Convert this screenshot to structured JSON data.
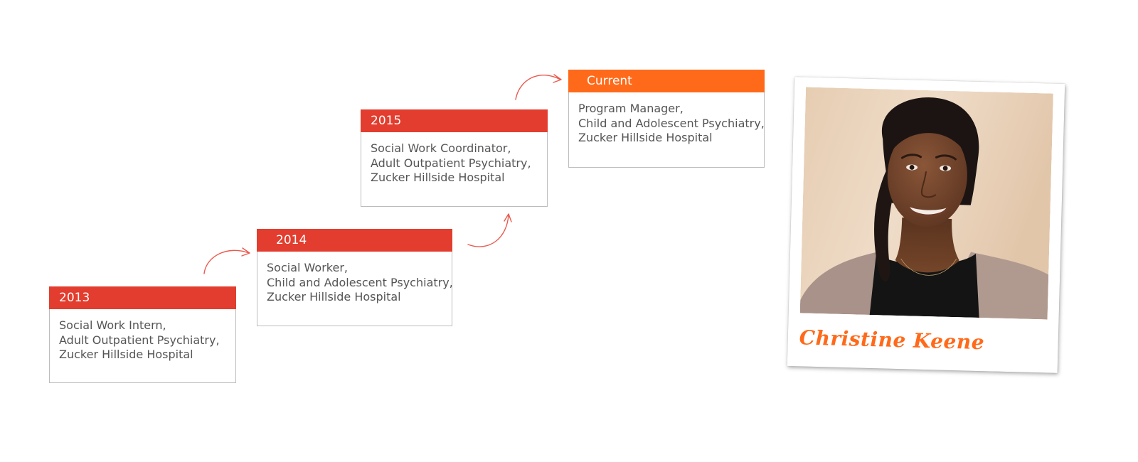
{
  "timeline": [
    {
      "label": "2013",
      "lines": [
        "Social Work Intern,",
        "Adult Outpatient Psychiatry,",
        "Zucker Hillside Hospital"
      ],
      "color": "#e23d2e"
    },
    {
      "label": "2014",
      "lines": [
        "Social Worker,",
        "Child and Adolescent Psychiatry,",
        "Zucker Hillside Hospital"
      ],
      "color": "#e23d2e"
    },
    {
      "label": "2015",
      "lines": [
        "Social Work Coordinator,",
        "Adult Outpatient Psychiatry,",
        "Zucker Hillside Hospital"
      ],
      "color": "#e23d2e"
    },
    {
      "label": "Current",
      "lines": [
        "Program Manager,",
        "Child and Adolescent Psychiatry,",
        "Zucker Hillside Hospital"
      ],
      "color": "#ff6a1a"
    }
  ],
  "profile": {
    "name": "Christine Keene",
    "name_color": "#ff6a1a"
  },
  "colors": {
    "accent_red": "#e23d2e",
    "accent_orange": "#ff6a1a",
    "arrow": "#ea5a4e",
    "body_text": "#555555",
    "card_border": "#bdbdbd"
  },
  "icons": {
    "connector": "curved-arrow-icon"
  }
}
